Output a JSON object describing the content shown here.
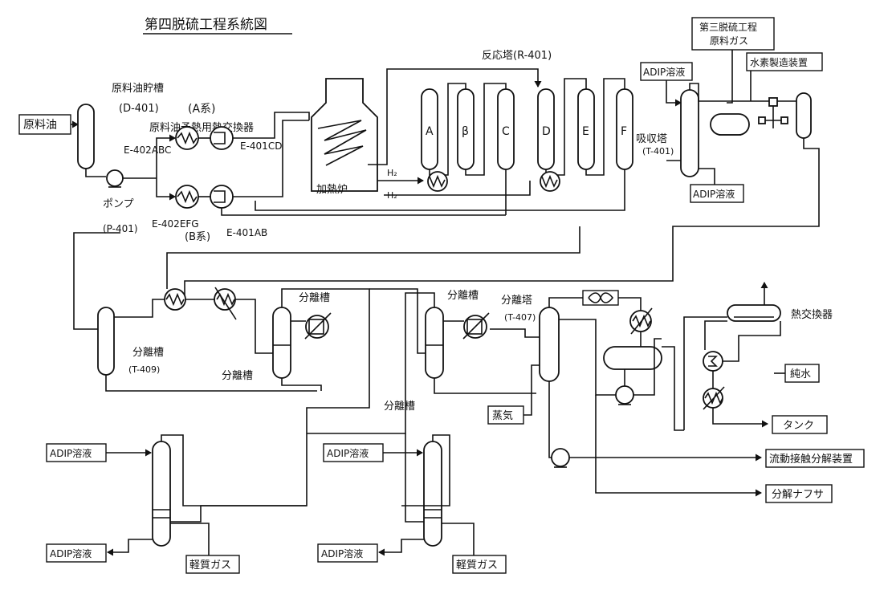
{
  "title": "第四脱硫工程系統図",
  "streams": {
    "feed_oil": "原料油",
    "adip_in_top": "ADIP溶液",
    "adip_out_top": "ADIP溶液",
    "third_feed_gas_line1": "第三脱硫工程",
    "third_feed_gas_line2": "原料ガス",
    "hydrogen_plant": "水素製造装置",
    "pure_water": "純水",
    "tank": "タンク",
    "steam": "蒸気",
    "fcc": "流動接触分解装置",
    "cracked_naphtha": "分解ナフサ",
    "adip_in_left": "ADIP溶液",
    "adip_out_left": "ADIP溶液",
    "light_gas_left": "軽質ガス",
    "adip_in_mid": "ADIP溶液",
    "adip_out_mid": "ADIP溶液",
    "light_gas_mid": "軽質ガス"
  },
  "labels": {
    "feed_tank": "原料油貯槽",
    "feed_tank_id": "(D-401)",
    "a_system": "(A系)",
    "preheat_exchanger": "原料油予熱用熱交換器",
    "e402abc": "E-402ABC",
    "e401cd": "E-401CD",
    "pump": "ポンプ",
    "e402efg": "E-402EFG",
    "p401": "(P-401)",
    "b_system": "(B系)",
    "e401ab": "E-401AB",
    "heater": "加熱炉",
    "h2_upper": "H₂",
    "h2_lower": "H₂",
    "reactor": "反応塔(R-401)",
    "reactor_a": "A",
    "reactor_b": "β",
    "reactor_c": "C",
    "reactor_d": "D",
    "reactor_e": "E",
    "reactor_f": "F",
    "absorber": "吸収塔",
    "absorber_id": "(T-401)",
    "separator_t409": "分離槽",
    "separator_t409_id": "(T-409)",
    "separator_1": "分離槽",
    "separator_2": "分離槽",
    "separator_3": "分離槽",
    "separator_4": "分離槽",
    "separation_tower": "分離塔",
    "separation_tower_id": "(T-407)",
    "heat_exchanger": "熱交換器"
  }
}
